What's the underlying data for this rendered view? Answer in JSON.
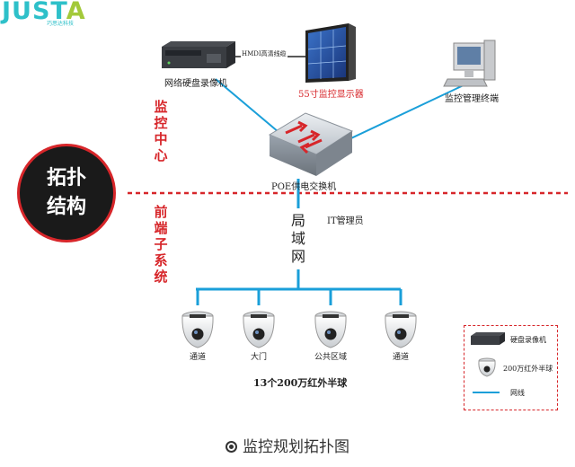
{
  "logo": {
    "text_main": "JUST",
    "text_accent": "A",
    "tagline": "巧思达科技"
  },
  "badge": {
    "line1": "拓扑",
    "line2": "结构"
  },
  "sections": {
    "control_center": "监控中心",
    "frontend": "前端子系统"
  },
  "devices": {
    "nvr": "网络硬盘录像机",
    "hdmi": "HMDI高清线缆",
    "monitor": "55寸监控显示器",
    "terminal": "监控管理终端",
    "switch": "POE供电交换机",
    "it_admin": "IT管理员",
    "lan": "局域网"
  },
  "cameras": [
    {
      "label": "通道"
    },
    {
      "label": "大门"
    },
    {
      "label": "公共区域"
    },
    {
      "label": "通道"
    }
  ],
  "camera_summary": "13个200万红外半球",
  "legend": {
    "items": [
      {
        "label": "硬盘录像机"
      },
      {
        "label": "200万红外半球"
      },
      {
        "label": "网线"
      }
    ]
  },
  "caption": "监控规划拓扑图",
  "colors": {
    "net_line": "#1a9fd9",
    "accent_red": "#d7262a",
    "logo": "#2ec0c9"
  }
}
